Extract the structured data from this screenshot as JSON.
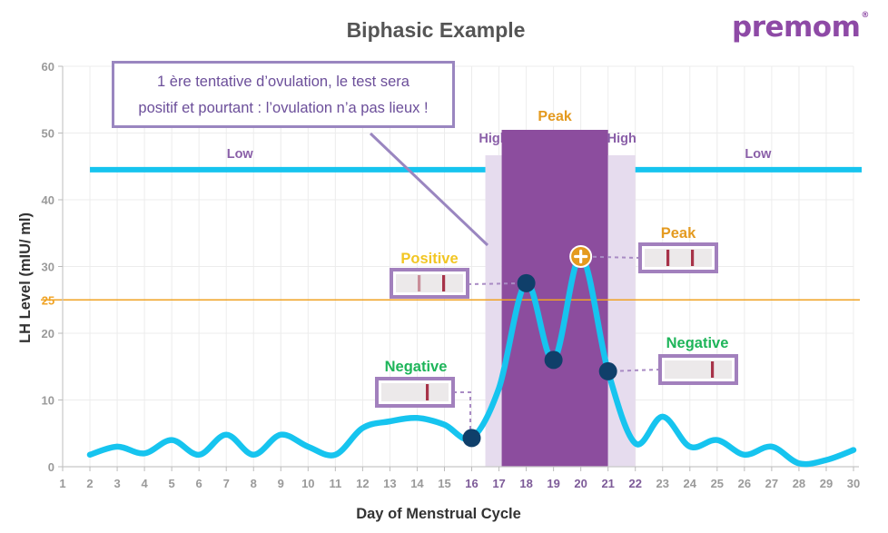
{
  "brand": {
    "logo_text": "premom",
    "logo_mark": "®"
  },
  "callout": {
    "line1": "1 ère tentative d’ovulation, le test sera",
    "line2": "positif et pourtant : l’ovulation n’a pas lieux !"
  },
  "test_labels": {
    "positive": "Positive",
    "peak": "Peak",
    "negative_left": "Negative",
    "negative_right": "Negative"
  },
  "colors": {
    "curve": "#16c4ef",
    "low_band": "#16c4ef",
    "peak_zone": "#8c4d9e",
    "high_zone": "#e6dcee",
    "threshold": "#f0a324",
    "marker": "#0f3f6a",
    "positive_label": "#f2c623",
    "peak_label": "#e49a1f",
    "negative_label": "#1eb55a",
    "zone_label": "#8a5fa8",
    "test_frame": "#a280bd"
  },
  "chart_data": {
    "type": "line",
    "title": "Biphasic Example",
    "xlabel": "Day of Menstrual Cycle",
    "ylabel": "LH Level (mIU/ ml)",
    "xlim": [
      1,
      30
    ],
    "ylim": [
      0,
      60
    ],
    "x_ticks": [
      1,
      2,
      3,
      4,
      5,
      6,
      7,
      8,
      9,
      10,
      11,
      12,
      13,
      14,
      15,
      16,
      17,
      18,
      19,
      20,
      21,
      22,
      23,
      24,
      25,
      26,
      27,
      28,
      29,
      30
    ],
    "highlighted_x_ticks": [
      16,
      17,
      18,
      19,
      20,
      21,
      22
    ],
    "y_ticks": [
      0,
      10,
      20,
      30,
      40,
      50,
      60
    ],
    "grid": true,
    "threshold": {
      "value": 25,
      "label": "25"
    },
    "low_band": {
      "value": 44.5,
      "label": "Low"
    },
    "zones": [
      {
        "name": "High",
        "from": 16.5,
        "to": 17.1
      },
      {
        "name": "Peak",
        "from": 17.1,
        "to": 21.0
      },
      {
        "name": "High",
        "from": 21.0,
        "to": 22.0
      }
    ],
    "series": [
      {
        "x": [
          2,
          3,
          4,
          5,
          6,
          7,
          8,
          9,
          10,
          11,
          12,
          13,
          14,
          15,
          16,
          17,
          18,
          19,
          20,
          21,
          22,
          23,
          24,
          25,
          26,
          27,
          28,
          29,
          30
        ],
        "values": [
          1.8,
          3.0,
          2.0,
          4.0,
          1.8,
          4.8,
          1.8,
          4.8,
          3.0,
          1.8,
          5.8,
          6.8,
          7.3,
          6.3,
          4.3,
          11.8,
          27.5,
          16.0,
          31.5,
          14.3,
          3.5,
          7.5,
          3.0,
          4.0,
          1.8,
          3.0,
          0.5,
          1.0,
          2.5
        ]
      }
    ],
    "markers": [
      {
        "x": 16,
        "y": 4.3,
        "kind": "dot"
      },
      {
        "x": 18,
        "y": 27.5,
        "kind": "dot"
      },
      {
        "x": 19,
        "y": 16.0,
        "kind": "dot"
      },
      {
        "x": 20,
        "y": 31.5,
        "kind": "plus"
      },
      {
        "x": 21,
        "y": 14.3,
        "kind": "dot"
      }
    ]
  }
}
